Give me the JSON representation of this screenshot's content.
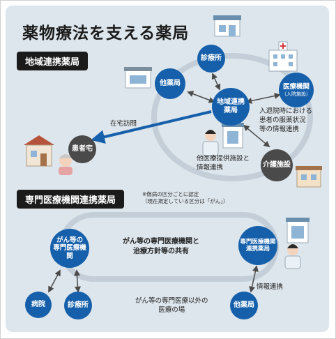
{
  "title": "薬物療法を支える薬局",
  "section1": {
    "label": "地域連携薬局",
    "nodes": {
      "center": "地域連携薬局",
      "clinic": "診療所",
      "medical_institution": "医療機関",
      "medical_institution_sub": "（入院施設）",
      "other_pharmacy": "他薬局",
      "patient_home": "患者宅",
      "care_facility": "介護施設"
    },
    "labels": {
      "home_visit": "在宅訪問",
      "admission_info": "入退院時における\n患者の服薬状況\n等の情報連携",
      "other_providers": "他医療提供施設と\n情報連携"
    }
  },
  "section2": {
    "label": "専門医療機関連携薬局",
    "note": "※傷病の区分ごとに認定\n（現在規定している区分は「がん」）",
    "nodes": {
      "cancer_specialist": "がん等の\n専門医療機関",
      "specialist_pharmacy": "専門医療機関\n連携薬局",
      "hospital": "病院",
      "clinic": "診療所",
      "other_pharmacy": "他薬局"
    },
    "labels": {
      "sharing": "がん等の専門医療機関と\n治療方針等の共有",
      "info_link": "情報連携",
      "other_places": "がん等の専門医療以外の\n医療の場"
    }
  },
  "colors": {
    "background": "#dde6ec",
    "node_blue": "#1660ab",
    "node_dark": "#4a4a4a",
    "ring": "#c3ced8",
    "arrow": "#4a4a4a",
    "home_arrow": "#1660ab"
  }
}
